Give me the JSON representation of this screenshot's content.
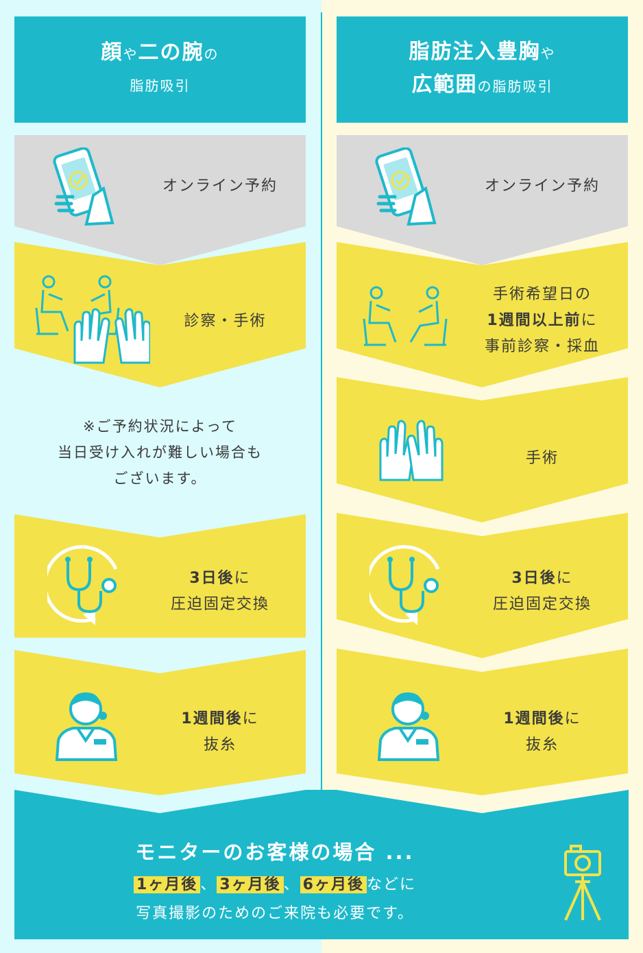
{
  "left": {
    "header_line1_a": "顔",
    "header_line1_b": "や",
    "header_line1_c": "二の腕",
    "header_line1_d": "の",
    "header_line2": "脂肪吸引",
    "step1": "オンライン予約",
    "step2": "診察・手術",
    "note_lines": [
      "※ご予約状況によって",
      "当日受け入れが難しい場合も",
      "ございます。"
    ],
    "step3_bold": "3日後",
    "step3_tail": "に",
    "step3_line2": "圧迫固定交換",
    "step4_bold": "1週間後",
    "step4_tail": "に",
    "step4_line2": "抜糸"
  },
  "right": {
    "header_line1_a": "脂肪注入豊胸",
    "header_line1_b": "や",
    "header_line2_a": "広範囲",
    "header_line2_b": "の脂肪吸引",
    "step1": "オンライン予約",
    "step2_line1": "手術希望日の",
    "step2_bold": "1週間以上前",
    "step2_tail": "に",
    "step2_line3": "事前診察・採血",
    "step3": "手術",
    "step4_bold": "3日後",
    "step4_tail": "に",
    "step4_line2": "圧迫固定交換",
    "step5_bold": "1週間後",
    "step5_tail": "に",
    "step5_line2": "抜糸"
  },
  "bottom": {
    "headline": "モニターのお客様の場合 ...",
    "h1": "1ヶ月後",
    "sep1": "、",
    "h2": "3ヶ月後",
    "sep2": "、",
    "h3": "6ヶ月後",
    "tail": "などに",
    "line3": "写真撮影のためのご来院も必要です。"
  },
  "icons": [
    "smartphone-check-icon",
    "consultation-icon",
    "gloves-icon",
    "stethoscope-icon",
    "nurse-icon",
    "camera-tripod-icon"
  ],
  "colors": {
    "teal": "#1db9cb",
    "yellow": "#f3e24a",
    "gray": "#d9d9d9",
    "left_bg": "#dcfbfd",
    "right_bg": "#fdfae0"
  }
}
